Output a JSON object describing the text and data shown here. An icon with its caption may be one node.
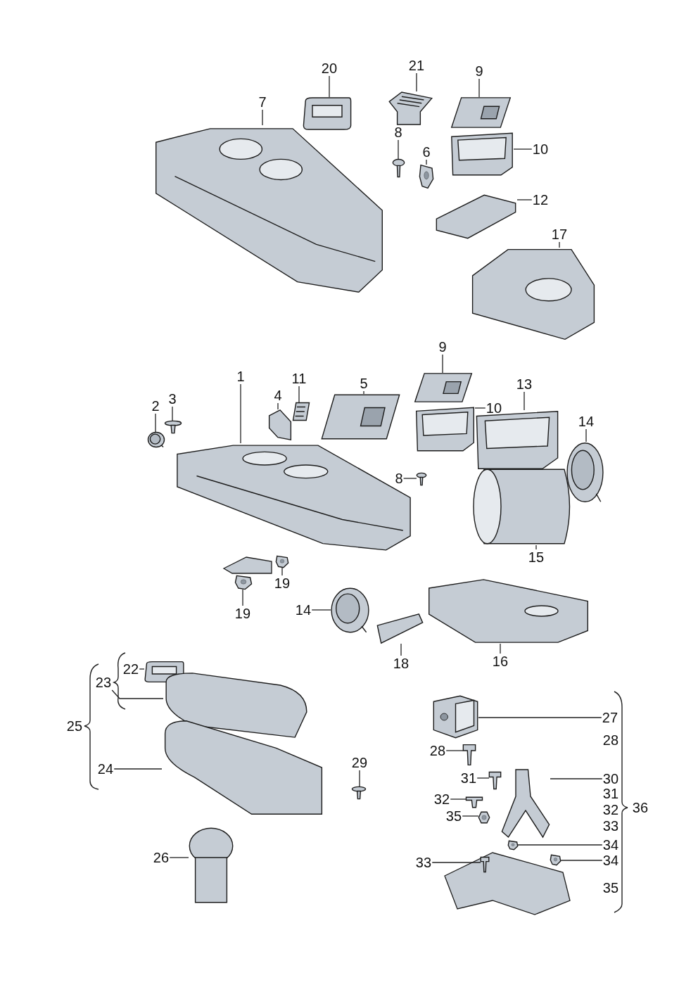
{
  "diagram": {
    "nodes": [
      {
        "text": [
          "20"
        ]
      },
      {
        "text": [],
        "shape": "picture"
      },
      {
        "text": [
          "21"
        ]
      },
      {
        "text": [],
        "shape": "picture"
      },
      {
        "text": [
          "9"
        ]
      },
      {
        "text": [],
        "shape": "picture"
      },
      {
        "text": [
          "7"
        ]
      },
      {
        "text": [],
        "shape": "picture"
      },
      {
        "text": [
          "8"
        ]
      },
      {
        "text": [],
        "shape": "picture"
      },
      {
        "text": [
          "6"
        ]
      },
      {
        "text": [],
        "shape": "picture"
      },
      {
        "text": [
          "10"
        ]
      },
      {
        "text": [],
        "shape": "picture"
      },
      {
        "text": [
          "12"
        ]
      },
      {
        "text": [],
        "shape": "picture"
      },
      {
        "text": [
          "17"
        ]
      },
      {
        "text": [],
        "shape": "picture"
      },
      {
        "text": [
          "9"
        ]
      },
      {
        "text": [],
        "shape": "picture"
      },
      {
        "text": [
          "1"
        ]
      },
      {
        "text": [],
        "shape": "picture"
      },
      {
        "text": [
          "11"
        ]
      },
      {
        "text": [],
        "shape": "picture"
      },
      {
        "text": [
          "5"
        ]
      },
      {
        "text": [],
        "shape": "picture"
      },
      {
        "text": [
          "3"
        ]
      },
      {
        "text": [],
        "shape": "picture"
      },
      {
        "text": [
          "2"
        ]
      },
      {
        "text": [],
        "shape": "picture"
      },
      {
        "text": [
          "4"
        ]
      },
      {
        "text": [],
        "shape": "picture"
      },
      {
        "text": [
          "10"
        ]
      },
      {
        "text": [],
        "shape": "picture"
      },
      {
        "text": [
          "13"
        ]
      },
      {
        "text": [],
        "shape": "picture"
      },
      {
        "text": [
          "14"
        ]
      },
      {
        "text": [],
        "shape": "picture"
      },
      {
        "text": [
          "8"
        ]
      },
      {
        "text": [],
        "shape": "picture"
      },
      {
        "text": [
          "15"
        ]
      },
      {
        "text": [],
        "shape": "picture"
      },
      {
        "text": [
          "19"
        ]
      },
      {
        "text": [],
        "shape": "picture"
      },
      {
        "text": [
          "19"
        ]
      },
      {
        "text": [],
        "shape": "picture"
      },
      {
        "text": [
          "14"
        ]
      },
      {
        "text": [],
        "shape": "picture"
      },
      {
        "text": [
          "18"
        ]
      },
      {
        "text": [],
        "shape": "picture"
      },
      {
        "text": [
          "16"
        ]
      },
      {
        "text": [],
        "shape": "picture"
      },
      {
        "text": [
          "22"
        ]
      },
      {
        "text": [],
        "shape": "picture"
      },
      {
        "text": [
          "23"
        ]
      },
      {
        "text": [],
        "shape": "picture"
      },
      {
        "text": [
          "27"
        ]
      },
      {
        "text": [],
        "shape": "picture"
      },
      {
        "text": [
          "28"
        ]
      },
      {
        "text": [],
        "shape": "picture"
      },
      {
        "text": [
          "29"
        ]
      },
      {
        "text": [],
        "shape": "picture"
      },
      {
        "text": [
          "24"
        ]
      },
      {
        "text": [],
        "shape": "picture"
      },
      {
        "text": [
          "31"
        ]
      },
      {
        "text": [],
        "shape": "picture"
      },
      {
        "text": [
          "30"
        ]
      },
      {
        "text": [],
        "shape": "picture"
      },
      {
        "text": [
          "32"
        ]
      },
      {
        "text": [],
        "shape": "picture"
      },
      {
        "text": [
          "35"
        ]
      },
      {
        "text": [],
        "shape": "picture"
      },
      {
        "text": [
          "34"
        ]
      },
      {
        "text": [],
        "shape": "picture"
      },
      {
        "text": [
          "26"
        ]
      },
      {
        "text": [],
        "shape": "picture"
      },
      {
        "text": [
          "34"
        ]
      },
      {
        "text": [],
        "shape": "picture"
      },
      {
        "text": [
          "33"
        ]
      },
      {
        "text": [],
        "shape": "picture"
      }
    ],
    "edges": [
      {
        "from": 0,
        "to": 1,
        "arrow": "none"
      },
      {
        "from": 2,
        "to": 3,
        "arrow": "none"
      },
      {
        "from": 4,
        "to": 5,
        "arrow": "none"
      },
      {
        "from": 6,
        "to": 7,
        "arrow": "none"
      },
      {
        "from": 8,
        "to": 9,
        "arrow": "none"
      },
      {
        "from": 10,
        "to": 11,
        "arrow": "none"
      },
      {
        "from": 12,
        "to": 13,
        "arrow": "none"
      },
      {
        "from": 14,
        "to": 15,
        "arrow": "none"
      },
      {
        "from": 16,
        "to": 17,
        "arrow": "none"
      },
      {
        "from": 18,
        "to": 19,
        "arrow": "none"
      },
      {
        "from": 20,
        "to": 21,
        "arrow": "none"
      },
      {
        "from": 22,
        "to": 23,
        "arrow": "none"
      },
      {
        "from": 24,
        "to": 25,
        "arrow": "none"
      },
      {
        "from": 26,
        "to": 27,
        "arrow": "none"
      },
      {
        "from": 28,
        "to": 29,
        "arrow": "none"
      },
      {
        "from": 30,
        "to": 31,
        "arrow": "none"
      },
      {
        "from": 32,
        "to": 33,
        "arrow": "none"
      },
      {
        "from": 34,
        "to": 35,
        "arrow": "none"
      },
      {
        "from": 36,
        "to": 37,
        "arrow": "none"
      },
      {
        "from": 38,
        "to": 39,
        "arrow": "none"
      },
      {
        "from": 40,
        "to": 41,
        "arrow": "none"
      },
      {
        "from": 42,
        "to": 43,
        "arrow": "none"
      },
      {
        "from": 44,
        "to": 45,
        "arrow": "none"
      },
      {
        "from": 46,
        "to": 47,
        "arrow": "none"
      },
      {
        "from": 48,
        "to": 49,
        "arrow": "none"
      },
      {
        "from": 50,
        "to": 51,
        "arrow": "none"
      },
      {
        "from": 52,
        "to": 53,
        "arrow": "none"
      },
      {
        "from": 54,
        "to": 55,
        "arrow": "none"
      },
      {
        "from": 56,
        "to": 57,
        "arrow": "none"
      },
      {
        "from": 58,
        "to": 59,
        "arrow": "none"
      },
      {
        "from": 60,
        "to": 61,
        "arrow": "none"
      },
      {
        "from": 62,
        "to": 63,
        "arrow": "none"
      },
      {
        "from": 64,
        "to": 65,
        "arrow": "none"
      },
      {
        "from": 66,
        "to": 67,
        "arrow": "none"
      },
      {
        "from": 68,
        "to": 69,
        "arrow": "none"
      },
      {
        "from": 70,
        "to": 71,
        "arrow": "none"
      },
      {
        "from": 72,
        "to": 73,
        "arrow": "none"
      },
      {
        "from": 74,
        "to": 75,
        "arrow": "none"
      },
      {
        "from": 76,
        "to": 77,
        "arrow": "none"
      },
      {
        "from": 78,
        "to": 79,
        "arrow": "none"
      }
    ],
    "labels": [
      "25",
      "28",
      "31",
      "36",
      "32",
      "33",
      "35"
    ]
  }
}
